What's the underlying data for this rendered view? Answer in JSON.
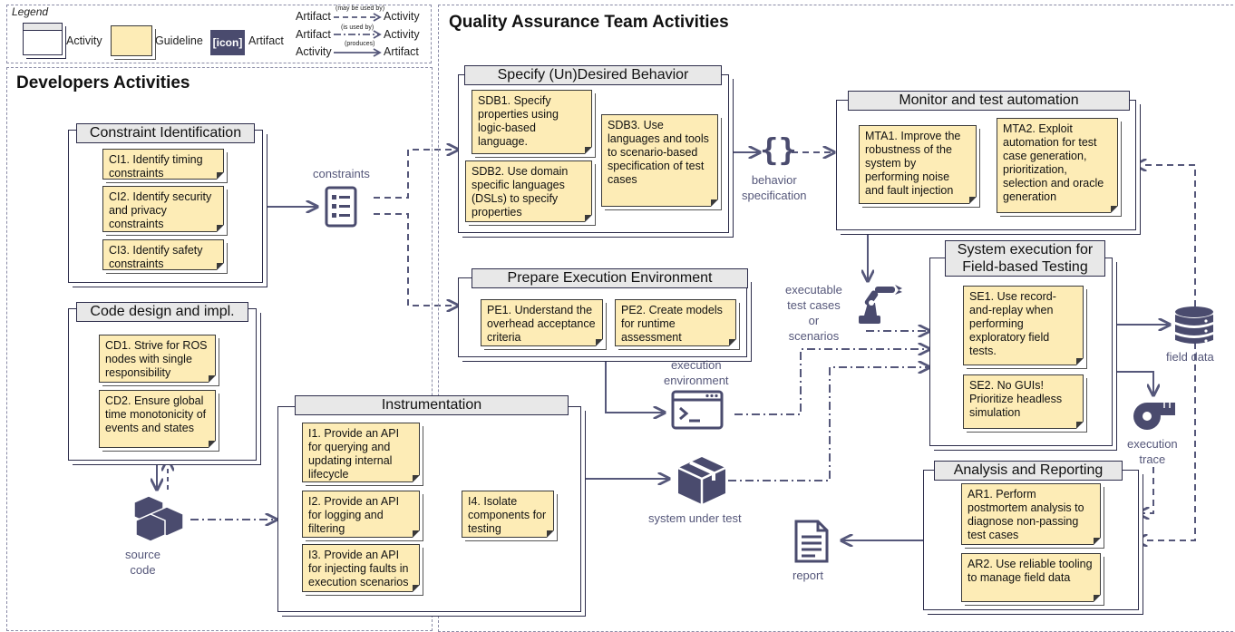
{
  "legend": {
    "title": "Legend",
    "activity": "Activity",
    "guideline": "Guideline",
    "icon_tag": "[icon]",
    "artifact": "Artifact",
    "row1": {
      "from": "Artifact",
      "rel": "(may be used by)",
      "to": "Activity"
    },
    "row2": {
      "from": "Artifact",
      "rel": "(is used by)",
      "to": "Activity"
    },
    "row3": {
      "from": "Activity",
      "rel": "(produces)",
      "to": "Artifact"
    }
  },
  "regions": {
    "developers": "Developers Activities",
    "qa": "Quality Assurance Team Activities"
  },
  "activities": {
    "ci": {
      "title": "Constraint Identification",
      "g1": "CI1. Identify timing constraints",
      "g2": "CI2. Identify security and privacy constraints",
      "g3": "CI3. Identify safety constraints"
    },
    "cd": {
      "title": "Code design and impl.",
      "g1": "CD1. Strive for ROS nodes with single responsibility",
      "g2": "CD2. Ensure global time monotonicity of events and states"
    },
    "ins": {
      "title": "Instrumentation",
      "g1": "I1. Provide an API for querying and updating internal lifecycle",
      "g2": "I2. Provide an API for logging and filtering",
      "g3": "I3. Provide an API for injecting faults in execution scenarios",
      "g4": "I4. Isolate components for testing"
    },
    "sdb": {
      "title": "Specify (Un)Desired Behavior",
      "g1": "SDB1. Specify properties using logic-based language.",
      "g2": "SDB2. Use domain specific languages (DSLs) to specify properties",
      "g3": "SDB3. Use languages and tools to scenario-based specification of test cases"
    },
    "pe": {
      "title": "Prepare Execution Environment",
      "g1": "PE1. Understand the overhead acceptance criteria",
      "g2": "PE2. Create models for runtime assessment"
    },
    "mta": {
      "title": "Monitor and test automation",
      "g1": "MTA1. Improve the robustness of the system by performing noise and fault injection",
      "g2": "MTA2. Exploit automation for test case generation, prioritization, selection and oracle generation"
    },
    "se": {
      "title_line1": "System execution for",
      "title_line2": "Field-based Testing",
      "g1": "SE1. Use record-and-replay when performing exploratory field tests.",
      "g2": "SE2. No GUIs! Prioritize headless simulation"
    },
    "ar": {
      "title": "Analysis and Reporting",
      "g1": "AR1. Perform postmortem analysis to diagnose non-passing test cases",
      "g2": "AR2. Use reliable tooling to manage field data"
    }
  },
  "artifacts": {
    "constraints": "constraints",
    "behavior_l1": "behavior",
    "behavior_l2": "specification",
    "exec_tests_l1": "executable",
    "exec_tests_l2": "test cases",
    "exec_tests_l3": "or",
    "exec_tests_l4": "scenarios",
    "exec_env_l1": "execution",
    "exec_env_l2": "environment",
    "field_data": "field data",
    "exec_trace_l1": "execution",
    "exec_trace_l2": "trace",
    "report": "report",
    "sut": "system under test",
    "source_l1": "source",
    "source_l2": "code"
  },
  "colors": {
    "accent": "#55577a",
    "guideline": "#fdecb6",
    "icon": "#4a4b6e"
  }
}
